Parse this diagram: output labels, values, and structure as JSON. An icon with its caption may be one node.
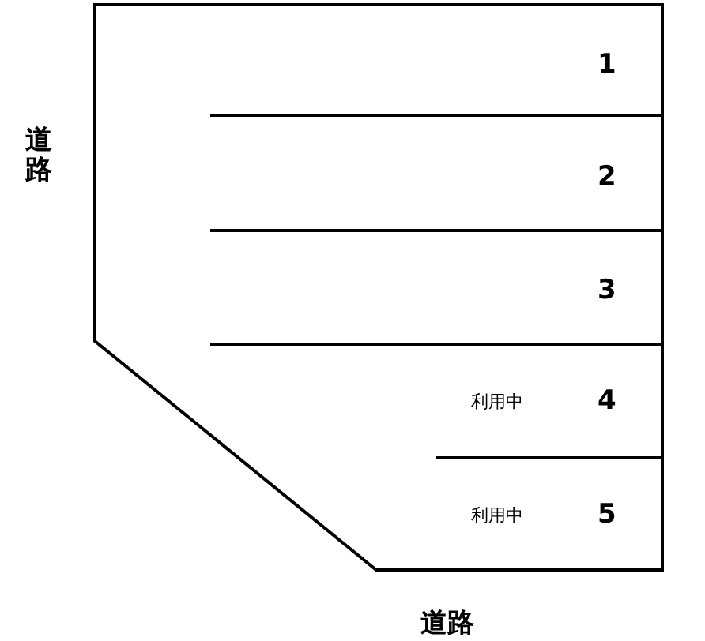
{
  "diagram": {
    "labels": [
      "道路",
      "1",
      "2",
      "3",
      "利用中",
      "4",
      "利用中",
      "5",
      "道路"
    ]
  }
}
